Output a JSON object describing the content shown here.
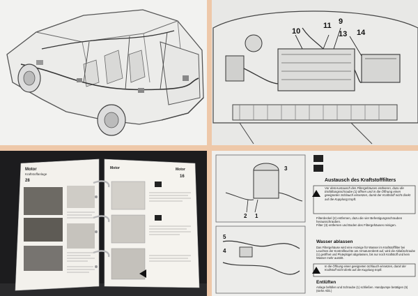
{
  "collage": {
    "background": "#eec8a9",
    "panels": [
      "car-cutaway-illustration",
      "engine-bay-diagram",
      "ring-binder-manual-photo",
      "fuel-filter-instruction-page"
    ]
  },
  "engine_bay": {
    "callouts": [
      "10",
      "11",
      "9",
      "13",
      "14"
    ]
  },
  "binder": {
    "left_header": "Motor",
    "left_subheader": "Kraftstoffanlage",
    "left_page_no": "28",
    "right_header_left": "Motor",
    "right_header_right": "Motor",
    "right_page_no": "16"
  },
  "manual_page": {
    "heading": "Austausch des Kraftstofffilters",
    "warning": "Vor demAustausch des Filtergehäuses entleeren, dazu die Entlüftungsschraube (1) öffnen und in die Öffnung einen geeigneten Schlauch einsetzen, damit der Kraftstoff nicht direkt auf die Kupplung tropft.",
    "step_1": "Filterdeckel (2) entfernen, dazu die vier Befestigungsschrauben herausschrauben.",
    "step_2": "Filter (3) entfernen und Boden des Filtergehäuses reinigen.",
    "section_2": "Wasser ablassen",
    "section_2_text": "Das Filtergehäuse wird eine Anzeige für Wasser im Kraftstofffilter bei Leuchten der Kontrollleuchte am Armaturenbrett auf, wird die Ablaßschraube (1) geöffnet und Pluteplügel abgelassen, bis nur noch Kraftstoff und kein Wasser mehr austritt.",
    "warning_2": "In die Öffnung einen geeigneten Schlauch einsetzen, damit der Kraftstoff nicht direkt auf die Kupplung tropft.",
    "section_3": "Entlüften",
    "section_3_text": "Anlage befüllen und Schraube (1) schließen. Handpumpe betätigen (5) (siehe Abb.)",
    "figure_labels": [
      "3",
      "2",
      "1",
      "5",
      "4"
    ]
  }
}
